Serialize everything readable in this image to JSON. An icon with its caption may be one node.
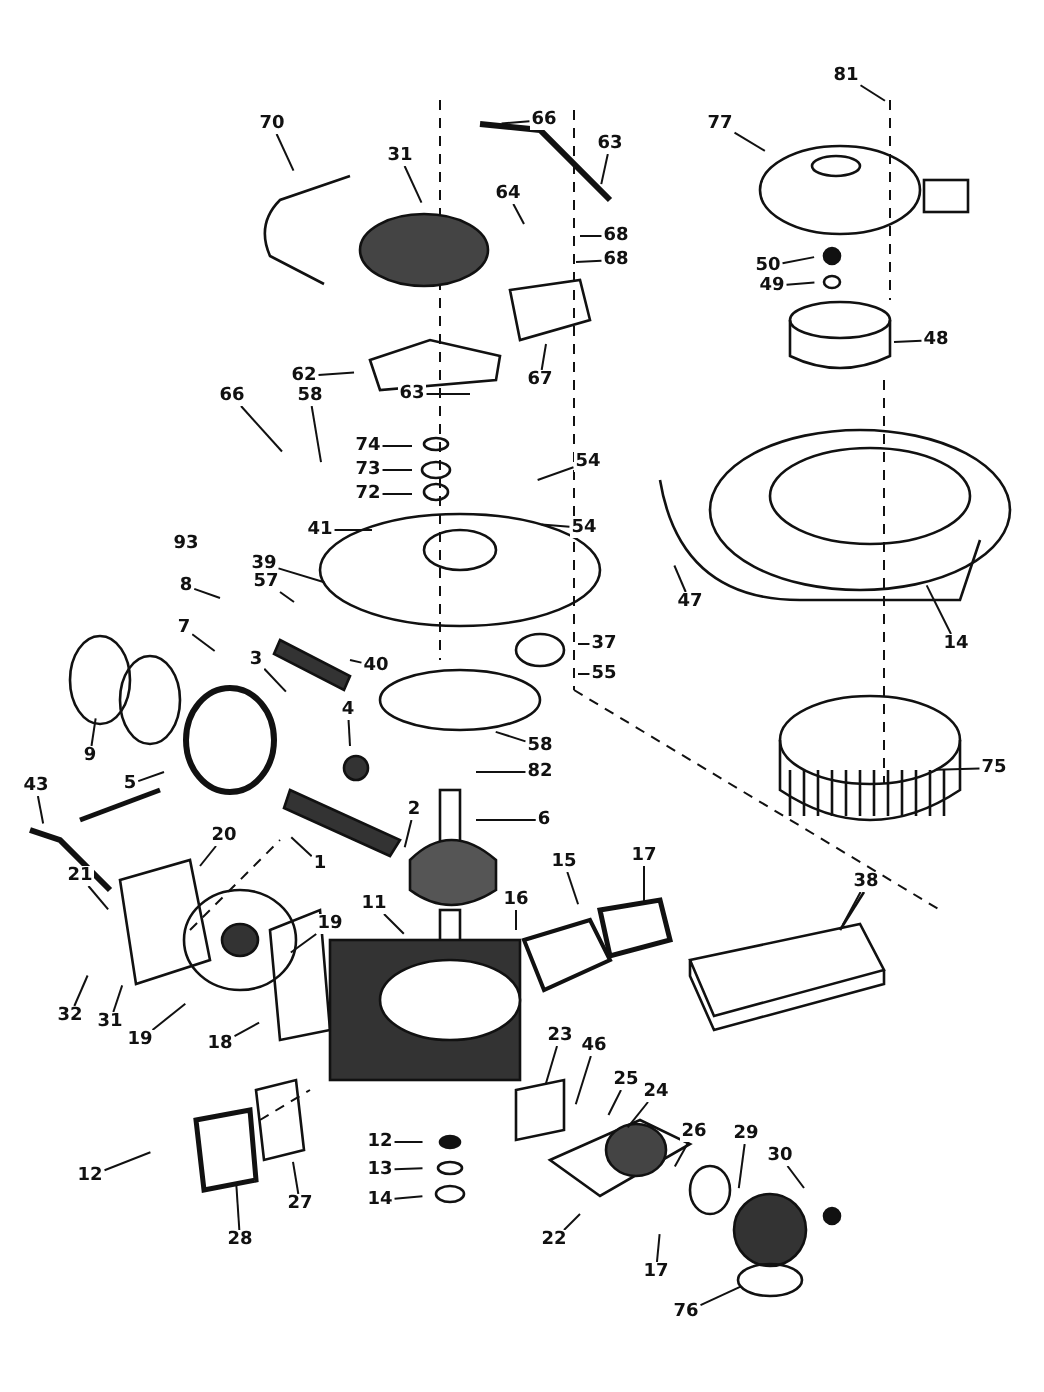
{
  "diagram": {
    "nodes": [
      {
        "text": [
          "81"
        ]
      },
      {
        "text": [
          "66"
        ]
      },
      {
        "text": [
          "70"
        ]
      },
      {
        "text": [
          "77"
        ]
      },
      {
        "text": [
          "63"
        ]
      },
      {
        "text": [
          "31"
        ]
      },
      {
        "text": [
          "64"
        ]
      },
      {
        "text": [
          "68"
        ]
      },
      {
        "text": [
          "68"
        ]
      },
      {
        "text": [
          "50"
        ]
      },
      {
        "text": [
          "49"
        ]
      },
      {
        "text": [
          "48"
        ]
      },
      {
        "text": [
          "62"
        ]
      },
      {
        "text": [
          "67"
        ]
      },
      {
        "text": [
          "66"
        ]
      },
      {
        "text": [
          "58"
        ]
      },
      {
        "text": [
          "63"
        ]
      },
      {
        "text": [
          "74"
        ]
      },
      {
        "text": [
          "73"
        ]
      },
      {
        "text": [
          "54"
        ]
      },
      {
        "text": [
          "72"
        ]
      },
      {
        "text": [
          "54"
        ]
      },
      {
        "text": [
          "41"
        ]
      },
      {
        "text": [
          "39"
        ]
      },
      {
        "text": [
          "8"
        ]
      },
      {
        "text": [
          "57"
        ]
      },
      {
        "text": [
          "47"
        ]
      },
      {
        "text": [
          "7"
        ]
      },
      {
        "text": [
          "14"
        ]
      },
      {
        "text": [
          "37"
        ]
      },
      {
        "text": [
          "3"
        ]
      },
      {
        "text": [
          "40"
        ]
      },
      {
        "text": [
          "55"
        ]
      },
      {
        "text": [
          "58"
        ]
      },
      {
        "text": [
          "4"
        ]
      },
      {
        "text": [
          "9"
        ]
      },
      {
        "text": [
          "75"
        ]
      },
      {
        "text": [
          "82"
        ]
      },
      {
        "text": [
          "5"
        ]
      },
      {
        "text": [
          "43"
        ]
      },
      {
        "text": [
          "6"
        ]
      },
      {
        "text": [
          "2"
        ]
      },
      {
        "text": [
          "20"
        ]
      },
      {
        "text": [
          "17"
        ]
      },
      {
        "text": [
          "15"
        ]
      },
      {
        "text": [
          "1"
        ]
      },
      {
        "text": [
          "38"
        ]
      },
      {
        "text": [
          "16"
        ]
      },
      {
        "text": [
          "21"
        ]
      },
      {
        "text": [
          "11"
        ]
      },
      {
        "text": [
          "19"
        ]
      },
      {
        "text": [
          "32"
        ]
      },
      {
        "text": [
          "31"
        ]
      },
      {
        "text": [
          "19"
        ]
      },
      {
        "text": [
          "18"
        ]
      },
      {
        "text": [
          "23"
        ]
      },
      {
        "text": [
          "46"
        ]
      },
      {
        "text": [
          "25"
        ]
      },
      {
        "text": [
          "24"
        ]
      },
      {
        "text": [
          "26"
        ]
      },
      {
        "text": [
          "12"
        ]
      },
      {
        "text": [
          "29"
        ]
      },
      {
        "text": [
          "30"
        ]
      },
      {
        "text": [
          "13"
        ]
      },
      {
        "text": [
          "12"
        ]
      },
      {
        "text": [
          "14"
        ]
      },
      {
        "text": [
          "27"
        ]
      },
      {
        "text": [
          "28"
        ]
      },
      {
        "text": [
          "22"
        ]
      },
      {
        "text": [
          "17"
        ]
      },
      {
        "text": [
          "76"
        ]
      },
      {
        "text": [
          "93"
        ]
      }
    ],
    "edges": [
      {
        "from": 0,
        "to": null,
        "arrow": "none"
      },
      {
        "from": 1,
        "to": null,
        "arrow": "none"
      },
      {
        "from": 2,
        "to": null,
        "arrow": "none"
      },
      {
        "from": 3,
        "to": null,
        "arrow": "none"
      },
      {
        "from": 4,
        "to": null,
        "arrow": "none"
      },
      {
        "from": 5,
        "to": null,
        "arrow": "none"
      },
      {
        "from": 6,
        "to": null,
        "arrow": "none"
      },
      {
        "from": 7,
        "to": null,
        "arrow": "none"
      },
      {
        "from": 8,
        "to": null,
        "arrow": "none"
      },
      {
        "from": 9,
        "to": null,
        "arrow": "none"
      },
      {
        "from": 10,
        "to": null,
        "arrow": "none"
      },
      {
        "from": 11,
        "to": null,
        "arrow": "none"
      },
      {
        "from": 12,
        "to": null,
        "arrow": "none"
      },
      {
        "from": 13,
        "to": null,
        "arrow": "none"
      },
      {
        "from": 14,
        "to": null,
        "arrow": "none"
      },
      {
        "from": 15,
        "to": null,
        "arrow": "none"
      },
      {
        "from": 16,
        "to": null,
        "arrow": "none"
      },
      {
        "from": 17,
        "to": null,
        "arrow": "none"
      },
      {
        "from": 18,
        "to": null,
        "arrow": "none"
      },
      {
        "from": 19,
        "to": null,
        "arrow": "none"
      },
      {
        "from": 20,
        "to": null,
        "arrow": "none"
      },
      {
        "from": 21,
        "to": null,
        "arrow": "none"
      },
      {
        "from": 22,
        "to": null,
        "arrow": "none"
      },
      {
        "from": 23,
        "to": null,
        "arrow": "none"
      },
      {
        "from": 24,
        "to": null,
        "arrow": "none"
      },
      {
        "from": 25,
        "to": null,
        "arrow": "none"
      },
      {
        "from": 26,
        "to": null,
        "arrow": "none"
      },
      {
        "from": 27,
        "to": null,
        "arrow": "none"
      },
      {
        "from": 28,
        "to": null,
        "arrow": "none"
      },
      {
        "from": 29,
        "to": null,
        "arrow": "none"
      },
      {
        "from": 30,
        "to": null,
        "arrow": "none"
      },
      {
        "from": 31,
        "to": null,
        "arrow": "none"
      },
      {
        "from": 32,
        "to": null,
        "arrow": "none"
      },
      {
        "from": 33,
        "to": null,
        "arrow": "none"
      },
      {
        "from": 34,
        "to": null,
        "arrow": "none"
      },
      {
        "from": 35,
        "to": null,
        "arrow": "none"
      },
      {
        "from": 36,
        "to": null,
        "arrow": "none"
      },
      {
        "from": 37,
        "to": null,
        "arrow": "none"
      },
      {
        "from": 38,
        "to": null,
        "arrow": "none"
      },
      {
        "from": 39,
        "to": null,
        "arrow": "none"
      },
      {
        "from": 40,
        "to": null,
        "arrow": "none"
      },
      {
        "from": 41,
        "to": null,
        "arrow": "none"
      },
      {
        "from": 42,
        "to": null,
        "arrow": "none"
      },
      {
        "from": 43,
        "to": null,
        "arrow": "none"
      },
      {
        "from": 44,
        "to": null,
        "arrow": "none"
      },
      {
        "from": 45,
        "to": null,
        "arrow": "none"
      },
      {
        "from": 46,
        "to": null,
        "arrow": "none"
      },
      {
        "from": 47,
        "to": null,
        "arrow": "none"
      },
      {
        "from": 48,
        "to": null,
        "arrow": "none"
      },
      {
        "from": 49,
        "to": null,
        "arrow": "none"
      },
      {
        "from": 50,
        "to": null,
        "arrow": "none"
      },
      {
        "from": 51,
        "to": null,
        "arrow": "none"
      },
      {
        "from": 52,
        "to": null,
        "arrow": "none"
      },
      {
        "from": 53,
        "to": null,
        "arrow": "none"
      },
      {
        "from": 54,
        "to": null,
        "arrow": "none"
      },
      {
        "from": 55,
        "to": null,
        "arrow": "none"
      },
      {
        "from": 56,
        "to": null,
        "arrow": "none"
      },
      {
        "from": 57,
        "to": null,
        "arrow": "none"
      },
      {
        "from": 58,
        "to": null,
        "arrow": "none"
      },
      {
        "from": 59,
        "to": null,
        "arrow": "none"
      },
      {
        "from": 60,
        "to": null,
        "arrow": "none"
      },
      {
        "from": 61,
        "to": null,
        "arrow": "none"
      },
      {
        "from": 62,
        "to": null,
        "arrow": "none"
      },
      {
        "from": 63,
        "to": null,
        "arrow": "none"
      },
      {
        "from": 64,
        "to": null,
        "arrow": "none"
      },
      {
        "from": 65,
        "to": null,
        "arrow": "none"
      },
      {
        "from": 66,
        "to": null,
        "arrow": "none"
      },
      {
        "from": 67,
        "to": null,
        "arrow": "none"
      },
      {
        "from": 68,
        "to": null,
        "arrow": "none"
      },
      {
        "from": 69,
        "to": null,
        "arrow": "none"
      },
      {
        "from": 70,
        "to": null,
        "arrow": "none"
      }
    ]
  }
}
